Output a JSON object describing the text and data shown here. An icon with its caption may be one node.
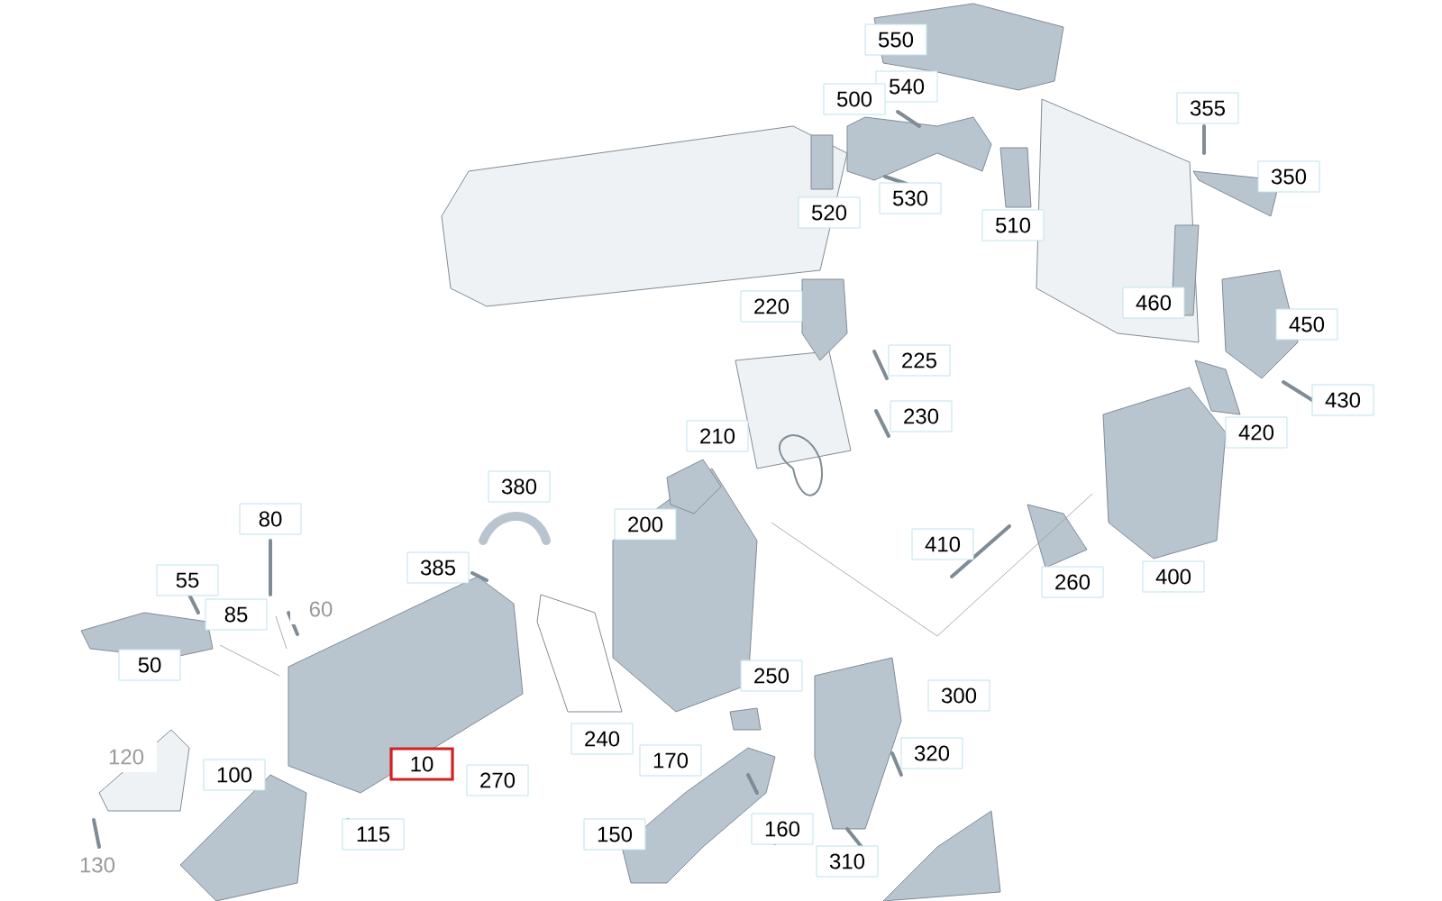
{
  "diagram": {
    "labels": [
      "550",
      "540",
      "500",
      "355",
      "350",
      "520",
      "530",
      "510",
      "460",
      "220",
      "450",
      "225",
      "430",
      "230",
      "420",
      "210",
      "380",
      "80",
      "200",
      "410",
      "385",
      "400",
      "260",
      "55",
      "85",
      "60",
      "50",
      "300",
      "250",
      "240",
      "320",
      "120",
      "170",
      "10",
      "100",
      "270",
      "160",
      "150",
      "115",
      "310",
      "130"
    ]
  }
}
